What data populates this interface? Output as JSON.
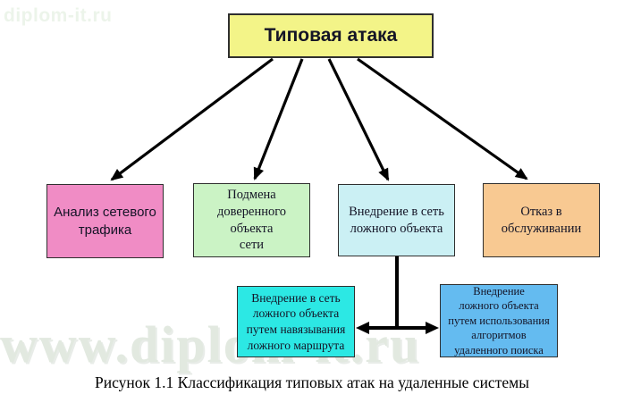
{
  "watermarks": {
    "corner": "diplom-it.ru",
    "large": "www.diplom-it.ru"
  },
  "diagram": {
    "root": {
      "label": "Типовая атака",
      "bg": "#f3f488"
    },
    "level1": [
      {
        "label": "Анализ сетевого\nтрафика",
        "bg": "#f08cc5"
      },
      {
        "label": "Подмена\nдоверенного\nобъекта\nсети",
        "bg": "#cbf3c5"
      },
      {
        "label": "Внедрение в сеть\nложного объекта",
        "bg": "#cbf0f4"
      },
      {
        "label": "Отказ в\nобслуживании",
        "bg": "#f8c992"
      }
    ],
    "level2": [
      {
        "label": "Внедрение в сеть\nложного объекта\nпутем навязывания\nложного маршрута",
        "bg": "#2ce8e4"
      },
      {
        "label": "Внедрение\nложного объекта\nпутем использования\nалгоритмов\nудаленного поиска",
        "bg": "#64bbf0"
      }
    ]
  },
  "caption": "Рисунок 1.1 Классификация типовых атак на удаленные системы",
  "line_color": "#000000"
}
